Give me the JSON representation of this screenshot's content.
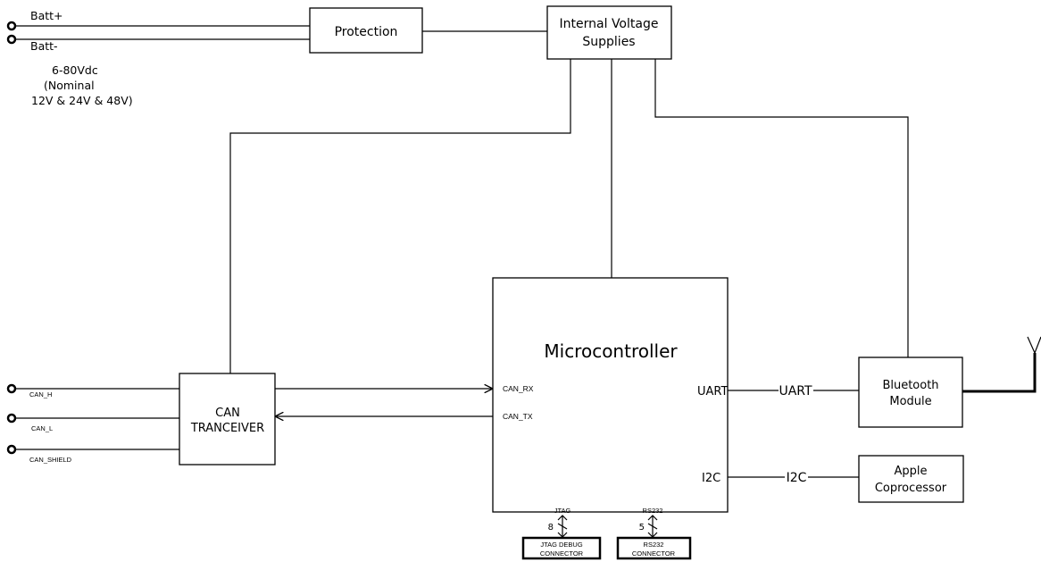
{
  "power": {
    "batt_plus": "Batt+",
    "batt_minus": "Batt-",
    "voltage_range": "6-80Vdc",
    "nominal_line1": "(Nominal",
    "nominal_line2": "12V & 24V & 48V)"
  },
  "blocks": {
    "protection": "Protection",
    "supplies_line1": "Internal Voltage",
    "supplies_line2": "Supplies",
    "microcontroller": "Microcontroller",
    "can_line1": "CAN",
    "can_line2": "TRANCEIVER",
    "bluetooth_line1": "Bluetooth",
    "bluetooth_line2": "Module",
    "apple_line1": "Apple",
    "apple_line2": "Coprocessor",
    "jtag_conn_line1": "JTAG DEBUG",
    "jtag_conn_line2": "CONNECTOR",
    "rs232_conn_line1": "RS232",
    "rs232_conn_line2": "CONNECTOR"
  },
  "pins": {
    "can_h": "CAN_H",
    "can_l": "CAN_L",
    "can_shield": "CAN_SHIELD",
    "can_rx": "CAN_RX",
    "can_tx": "CAN_TX",
    "uart_port": "UART",
    "i2c_port": "I2C",
    "jtag": "JTAG",
    "rs232": "RS232"
  },
  "buses": {
    "uart": "UART",
    "i2c": "I2C",
    "jtag_width": "8",
    "rs232_width": "5"
  }
}
